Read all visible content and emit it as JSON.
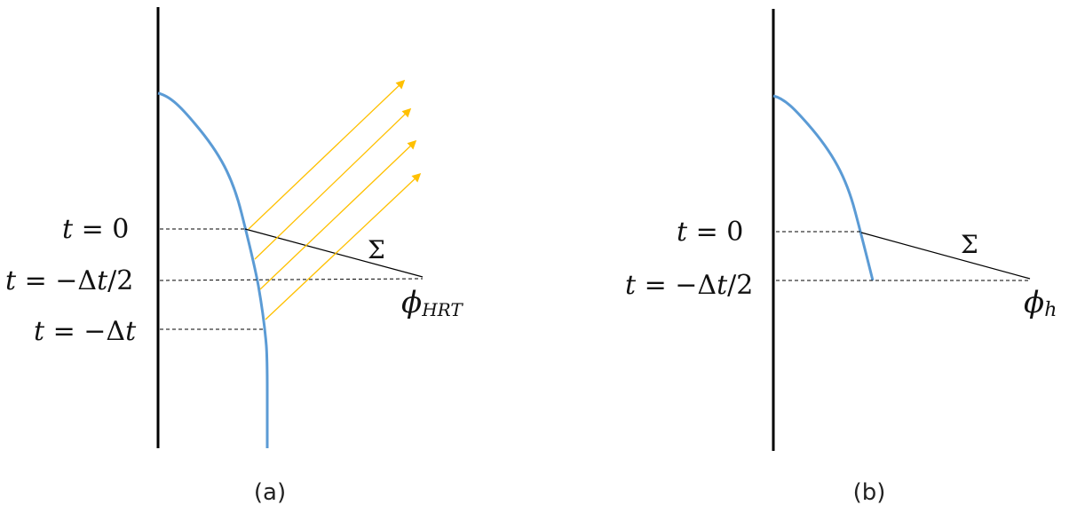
{
  "colors": {
    "axis": "#000000",
    "curve": "#5b9bd5",
    "arrows": "#ffc000",
    "guide": "#000000"
  },
  "panel_a": {
    "caption": "(a)",
    "labels": {
      "t0": {
        "italic1": "t",
        "rest": " = 0"
      },
      "thalf": {
        "italic1": "t",
        "mid": " = −Δ",
        "italic2": "t",
        "rest": "/2"
      },
      "tdt": {
        "italic1": "t",
        "mid": " = −Δ",
        "italic2": "t"
      }
    },
    "sigma": "Σ",
    "phi": {
      "symbol": "ϕ",
      "subscript": "HRT"
    },
    "arrow_count": 4
  },
  "panel_b": {
    "caption": "(b)",
    "labels": {
      "t0": {
        "italic1": "t",
        "rest": " = 0"
      },
      "thalf": {
        "italic1": "t",
        "mid": " = −Δ",
        "italic2": "t",
        "rest": "/2"
      }
    },
    "sigma": "Σ",
    "phi": {
      "symbol": "ϕ",
      "subscript": "h"
    }
  }
}
